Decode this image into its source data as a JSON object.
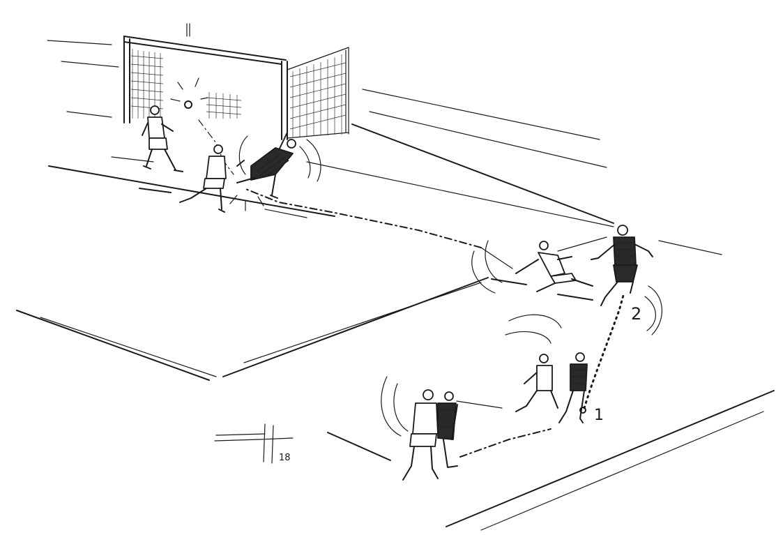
{
  "sketch": {
    "labels": {
      "pass_one": "1",
      "pass_two": "2",
      "signature_year": "18"
    },
    "colors": {
      "ink": "#1a1a1a",
      "paper": "#ffffff"
    }
  }
}
